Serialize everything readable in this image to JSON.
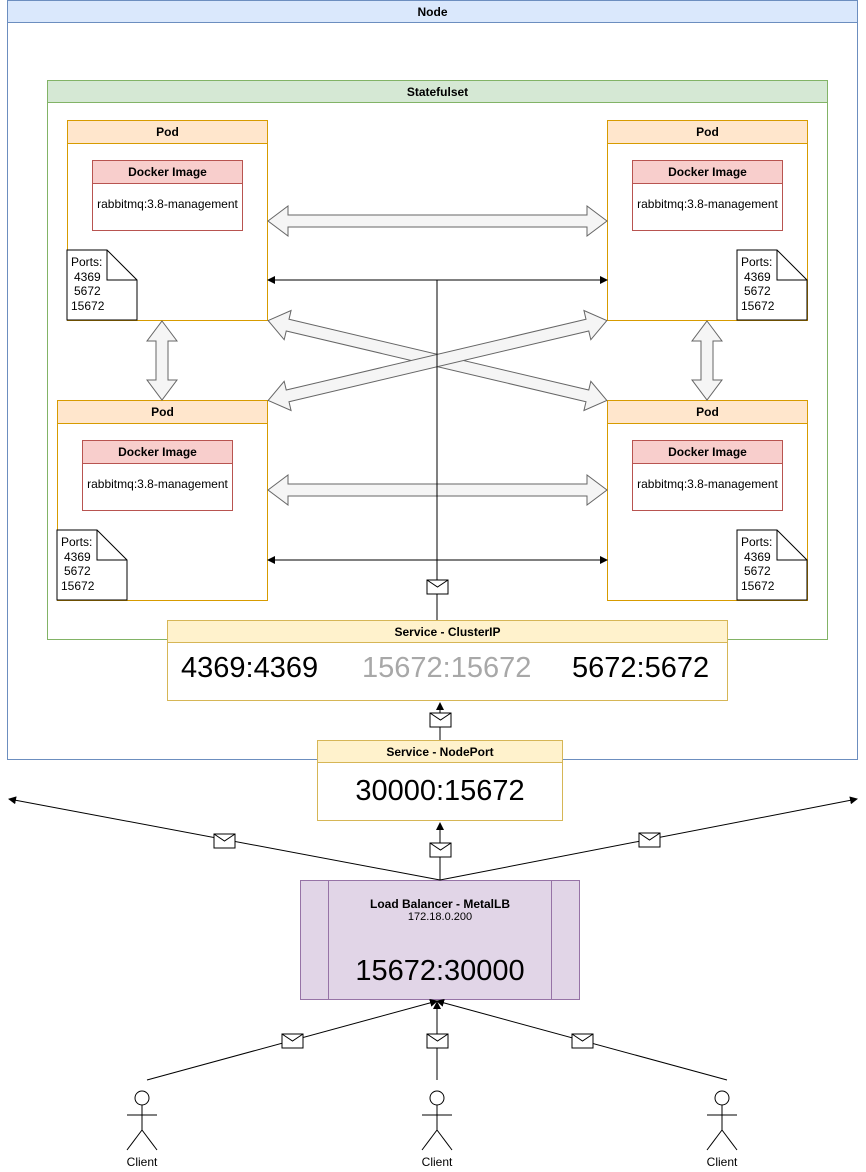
{
  "node": {
    "title": "Node"
  },
  "statefulset": {
    "title": "Statefulset"
  },
  "pods": [
    {
      "title": "Pod",
      "image_title": "Docker Image",
      "image": "rabbitmq:3.8-management",
      "ports_label": "Ports:",
      "ports": [
        "4369",
        "5672",
        "15672"
      ]
    },
    {
      "title": "Pod",
      "image_title": "Docker Image",
      "image": "rabbitmq:3.8-management",
      "ports_label": "Ports:",
      "ports": [
        "4369",
        "5672",
        "15672"
      ]
    },
    {
      "title": "Pod",
      "image_title": "Docker Image",
      "image": "rabbitmq:3.8-management",
      "ports_label": "Ports:",
      "ports": [
        "4369",
        "5672",
        "15672"
      ]
    },
    {
      "title": "Pod",
      "image_title": "Docker Image",
      "image": "rabbitmq:3.8-management",
      "ports_label": "Ports:",
      "ports": [
        "4369",
        "5672",
        "15672"
      ]
    }
  ],
  "clusterip": {
    "title": "Service - ClusterIP",
    "mappings": [
      "4369:4369",
      "15672:15672",
      "5672:5672"
    ],
    "muted_color": "#a8a8a8"
  },
  "nodeport": {
    "title": "Service - NodePort",
    "mapping": "30000:15672"
  },
  "loadbalancer": {
    "title": "Load Balancer - MetalLB",
    "ip": "172.18.0.200",
    "mapping": "15672:30000"
  },
  "clients": [
    "Client",
    "Client",
    "Client"
  ],
  "colors": {
    "node_fill": "#dae8fc",
    "node_stroke": "#6c8ebf",
    "statefulset_fill": "#d5e8d4",
    "statefulset_stroke": "#82b366",
    "pod_fill": "#ffe6cc",
    "pod_stroke": "#d79b00",
    "docker_fill": "#f8cecc",
    "docker_stroke": "#b85450",
    "service_fill": "#fff2cc",
    "service_stroke": "#d6b656",
    "lb_fill": "#e1d5e7",
    "lb_stroke": "#9673a6"
  }
}
